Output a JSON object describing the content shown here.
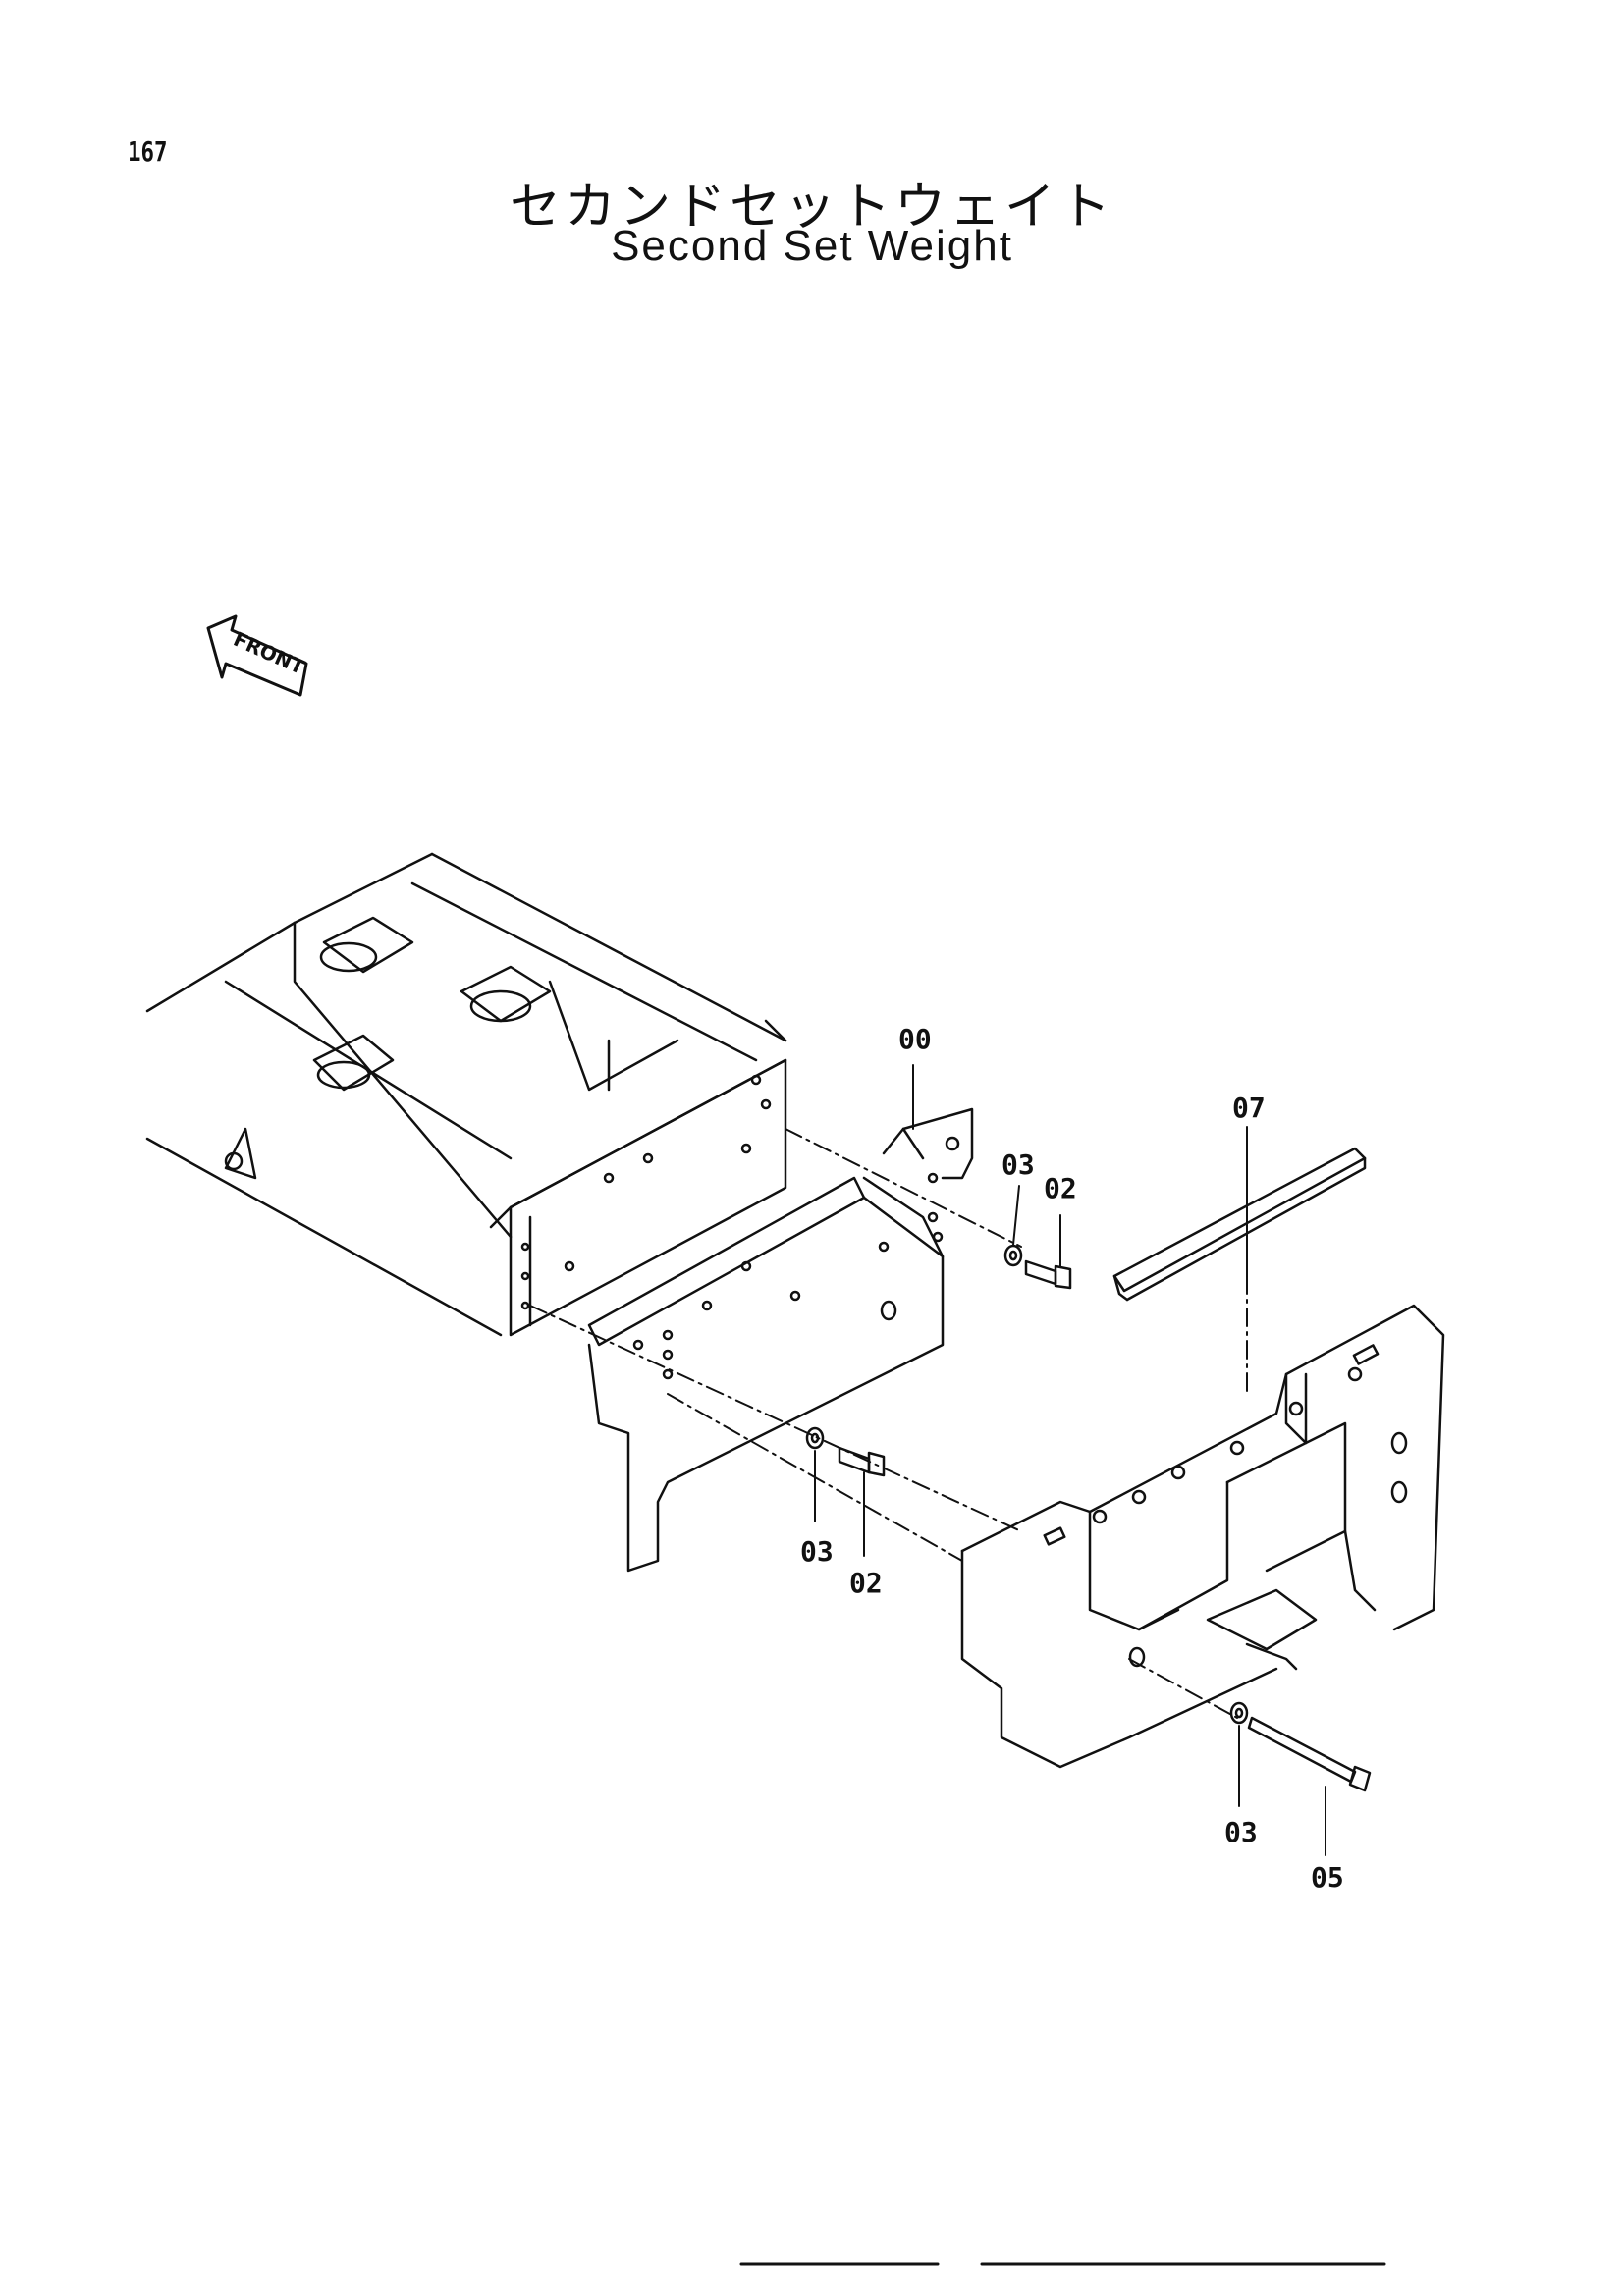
{
  "page": {
    "number": "167",
    "title_jp": "セカンドセットウェイト",
    "title_en": "Second Set Weight"
  },
  "diagram": {
    "direction_label": "FRONT",
    "callouts": {
      "c00": "00",
      "c07": "07",
      "c03a": "03",
      "c02a": "02",
      "c03b": "03",
      "c02b": "02",
      "c03c": "03",
      "c05": "05"
    }
  }
}
